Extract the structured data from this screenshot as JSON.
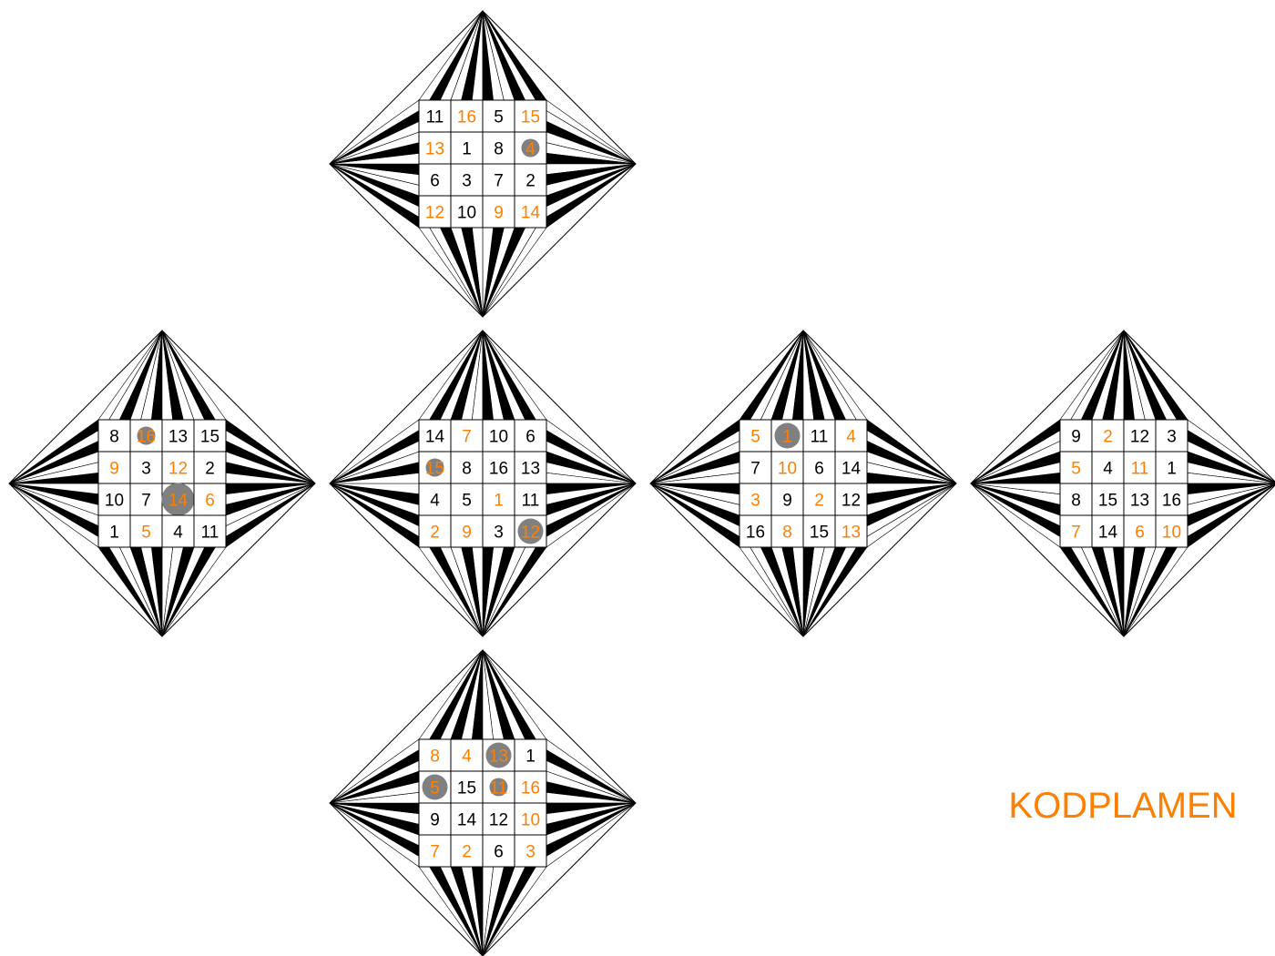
{
  "title": "KODPLAMEN",
  "colors": {
    "accent": "#ff7f00",
    "ink": "#000000",
    "marker": "#808080",
    "paper": "#ffffff"
  },
  "faces": [
    {
      "id": "top",
      "cells": [
        [
          {
            "n": "11",
            "c": "k"
          },
          {
            "n": "16",
            "c": "o"
          },
          {
            "n": "5",
            "c": "k"
          },
          {
            "n": "15",
            "c": "o"
          }
        ],
        [
          {
            "n": "13",
            "c": "o"
          },
          {
            "n": "1",
            "c": "k"
          },
          {
            "n": "8",
            "c": "k"
          },
          {
            "n": "4",
            "c": "o",
            "m": "small"
          }
        ],
        [
          {
            "n": "6",
            "c": "k"
          },
          {
            "n": "3",
            "c": "k"
          },
          {
            "n": "7",
            "c": "k"
          },
          {
            "n": "2",
            "c": "k"
          }
        ],
        [
          {
            "n": "12",
            "c": "o"
          },
          {
            "n": "10",
            "c": "k"
          },
          {
            "n": "9",
            "c": "o"
          },
          {
            "n": "14",
            "c": "o"
          }
        ]
      ]
    },
    {
      "id": "left",
      "cells": [
        [
          {
            "n": "8",
            "c": "k"
          },
          {
            "n": "16",
            "c": "o",
            "m": "small"
          },
          {
            "n": "13",
            "c": "k"
          },
          {
            "n": "15",
            "c": "k"
          }
        ],
        [
          {
            "n": "9",
            "c": "o"
          },
          {
            "n": "3",
            "c": "k"
          },
          {
            "n": "12",
            "c": "o"
          },
          {
            "n": "2",
            "c": "k"
          }
        ],
        [
          {
            "n": "10",
            "c": "k"
          },
          {
            "n": "7",
            "c": "k"
          },
          {
            "n": "14",
            "c": "o",
            "m": "large"
          },
          {
            "n": "6",
            "c": "o"
          }
        ],
        [
          {
            "n": "1",
            "c": "k"
          },
          {
            "n": "5",
            "c": "o"
          },
          {
            "n": "4",
            "c": "k"
          },
          {
            "n": "11",
            "c": "k"
          }
        ]
      ]
    },
    {
      "id": "center",
      "cells": [
        [
          {
            "n": "14",
            "c": "k"
          },
          {
            "n": "7",
            "c": "o"
          },
          {
            "n": "10",
            "c": "k"
          },
          {
            "n": "6",
            "c": "k"
          }
        ],
        [
          {
            "n": "15",
            "c": "o",
            "m": "small"
          },
          {
            "n": "8",
            "c": "k"
          },
          {
            "n": "16",
            "c": "k"
          },
          {
            "n": "13",
            "c": "k"
          }
        ],
        [
          {
            "n": "4",
            "c": "k"
          },
          {
            "n": "5",
            "c": "k"
          },
          {
            "n": "1",
            "c": "o"
          },
          {
            "n": "11",
            "c": "k"
          }
        ],
        [
          {
            "n": "2",
            "c": "o"
          },
          {
            "n": "9",
            "c": "o"
          },
          {
            "n": "3",
            "c": "k"
          },
          {
            "n": "12",
            "c": "o",
            "m": "medium"
          }
        ]
      ]
    },
    {
      "id": "right",
      "cells": [
        [
          {
            "n": "5",
            "c": "o"
          },
          {
            "n": "1",
            "c": "o",
            "m": "medium"
          },
          {
            "n": "11",
            "c": "k"
          },
          {
            "n": "4",
            "c": "o"
          }
        ],
        [
          {
            "n": "7",
            "c": "k"
          },
          {
            "n": "10",
            "c": "o"
          },
          {
            "n": "6",
            "c": "k"
          },
          {
            "n": "14",
            "c": "k"
          }
        ],
        [
          {
            "n": "3",
            "c": "o"
          },
          {
            "n": "9",
            "c": "k"
          },
          {
            "n": "2",
            "c": "o"
          },
          {
            "n": "12",
            "c": "k"
          }
        ],
        [
          {
            "n": "16",
            "c": "k"
          },
          {
            "n": "8",
            "c": "o"
          },
          {
            "n": "15",
            "c": "k"
          },
          {
            "n": "13",
            "c": "o"
          }
        ]
      ]
    },
    {
      "id": "far-right",
      "cells": [
        [
          {
            "n": "9",
            "c": "k"
          },
          {
            "n": "2",
            "c": "o"
          },
          {
            "n": "12",
            "c": "k"
          },
          {
            "n": "3",
            "c": "k"
          }
        ],
        [
          {
            "n": "5",
            "c": "o"
          },
          {
            "n": "4",
            "c": "k"
          },
          {
            "n": "11",
            "c": "o"
          },
          {
            "n": "1",
            "c": "k"
          }
        ],
        [
          {
            "n": "8",
            "c": "k"
          },
          {
            "n": "15",
            "c": "k"
          },
          {
            "n": "13",
            "c": "k"
          },
          {
            "n": "16",
            "c": "k"
          }
        ],
        [
          {
            "n": "7",
            "c": "o"
          },
          {
            "n": "14",
            "c": "k"
          },
          {
            "n": "6",
            "c": "o"
          },
          {
            "n": "10",
            "c": "o"
          }
        ]
      ]
    },
    {
      "id": "bottom",
      "cells": [
        [
          {
            "n": "8",
            "c": "o"
          },
          {
            "n": "4",
            "c": "o"
          },
          {
            "n": "13",
            "c": "o",
            "m": "medium"
          },
          {
            "n": "1",
            "c": "k"
          }
        ],
        [
          {
            "n": "5",
            "c": "o",
            "m": "medium"
          },
          {
            "n": "15",
            "c": "k"
          },
          {
            "n": "11",
            "c": "o",
            "m": "small"
          },
          {
            "n": "16",
            "c": "o"
          }
        ],
        [
          {
            "n": "9",
            "c": "k"
          },
          {
            "n": "14",
            "c": "k"
          },
          {
            "n": "12",
            "c": "k"
          },
          {
            "n": "10",
            "c": "o"
          }
        ],
        [
          {
            "n": "7",
            "c": "o"
          },
          {
            "n": "2",
            "c": "o"
          },
          {
            "n": "6",
            "c": "k"
          },
          {
            "n": "3",
            "c": "o"
          }
        ]
      ]
    }
  ]
}
